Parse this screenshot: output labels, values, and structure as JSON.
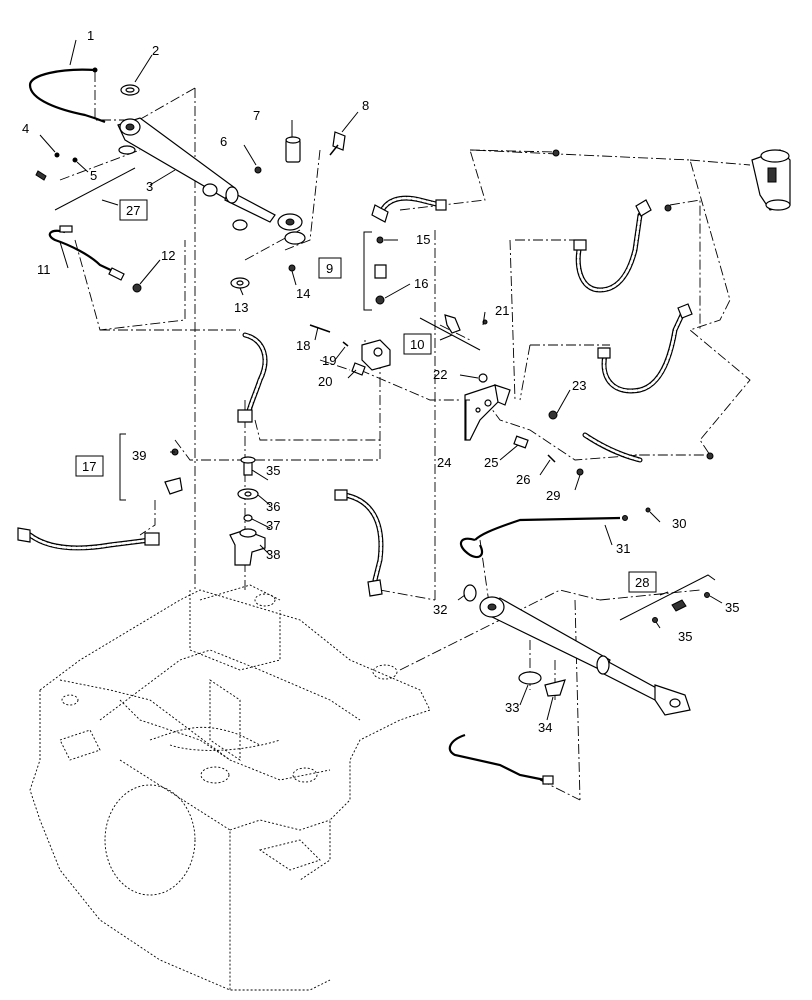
{
  "callouts": [
    {
      "id": "1",
      "text": "1"
    },
    {
      "id": "2",
      "text": "2"
    },
    {
      "id": "3",
      "text": "3"
    },
    {
      "id": "4",
      "text": "4"
    },
    {
      "id": "5",
      "text": "5"
    },
    {
      "id": "6",
      "text": "6"
    },
    {
      "id": "7",
      "text": "7"
    },
    {
      "id": "8",
      "text": "8"
    },
    {
      "id": "11",
      "text": "11"
    },
    {
      "id": "12",
      "text": "12"
    },
    {
      "id": "13",
      "text": "13"
    },
    {
      "id": "14",
      "text": "14"
    },
    {
      "id": "15",
      "text": "15"
    },
    {
      "id": "16",
      "text": "16"
    },
    {
      "id": "18",
      "text": "18"
    },
    {
      "id": "19",
      "text": "19"
    },
    {
      "id": "20",
      "text": "20"
    },
    {
      "id": "21",
      "text": "21"
    },
    {
      "id": "22",
      "text": "22"
    },
    {
      "id": "23",
      "text": "23"
    },
    {
      "id": "24",
      "text": "24"
    },
    {
      "id": "25",
      "text": "25"
    },
    {
      "id": "26",
      "text": "26"
    },
    {
      "id": "29",
      "text": "29"
    },
    {
      "id": "30",
      "text": "30"
    },
    {
      "id": "31",
      "text": "31"
    },
    {
      "id": "32",
      "text": "32"
    },
    {
      "id": "33",
      "text": "33"
    },
    {
      "id": "34",
      "text": "34"
    },
    {
      "id": "35a",
      "text": "35"
    },
    {
      "id": "35b",
      "text": "35"
    },
    {
      "id": "35c",
      "text": "35"
    },
    {
      "id": "36",
      "text": "36"
    },
    {
      "id": "37",
      "text": "37"
    },
    {
      "id": "38",
      "text": "38"
    },
    {
      "id": "39",
      "text": "39"
    }
  ],
  "boxed_callouts": [
    {
      "id": "9",
      "text": "9"
    },
    {
      "id": "10",
      "text": "10"
    },
    {
      "id": "17",
      "text": "17"
    },
    {
      "id": "27",
      "text": "27"
    },
    {
      "id": "28",
      "text": "28"
    }
  ]
}
